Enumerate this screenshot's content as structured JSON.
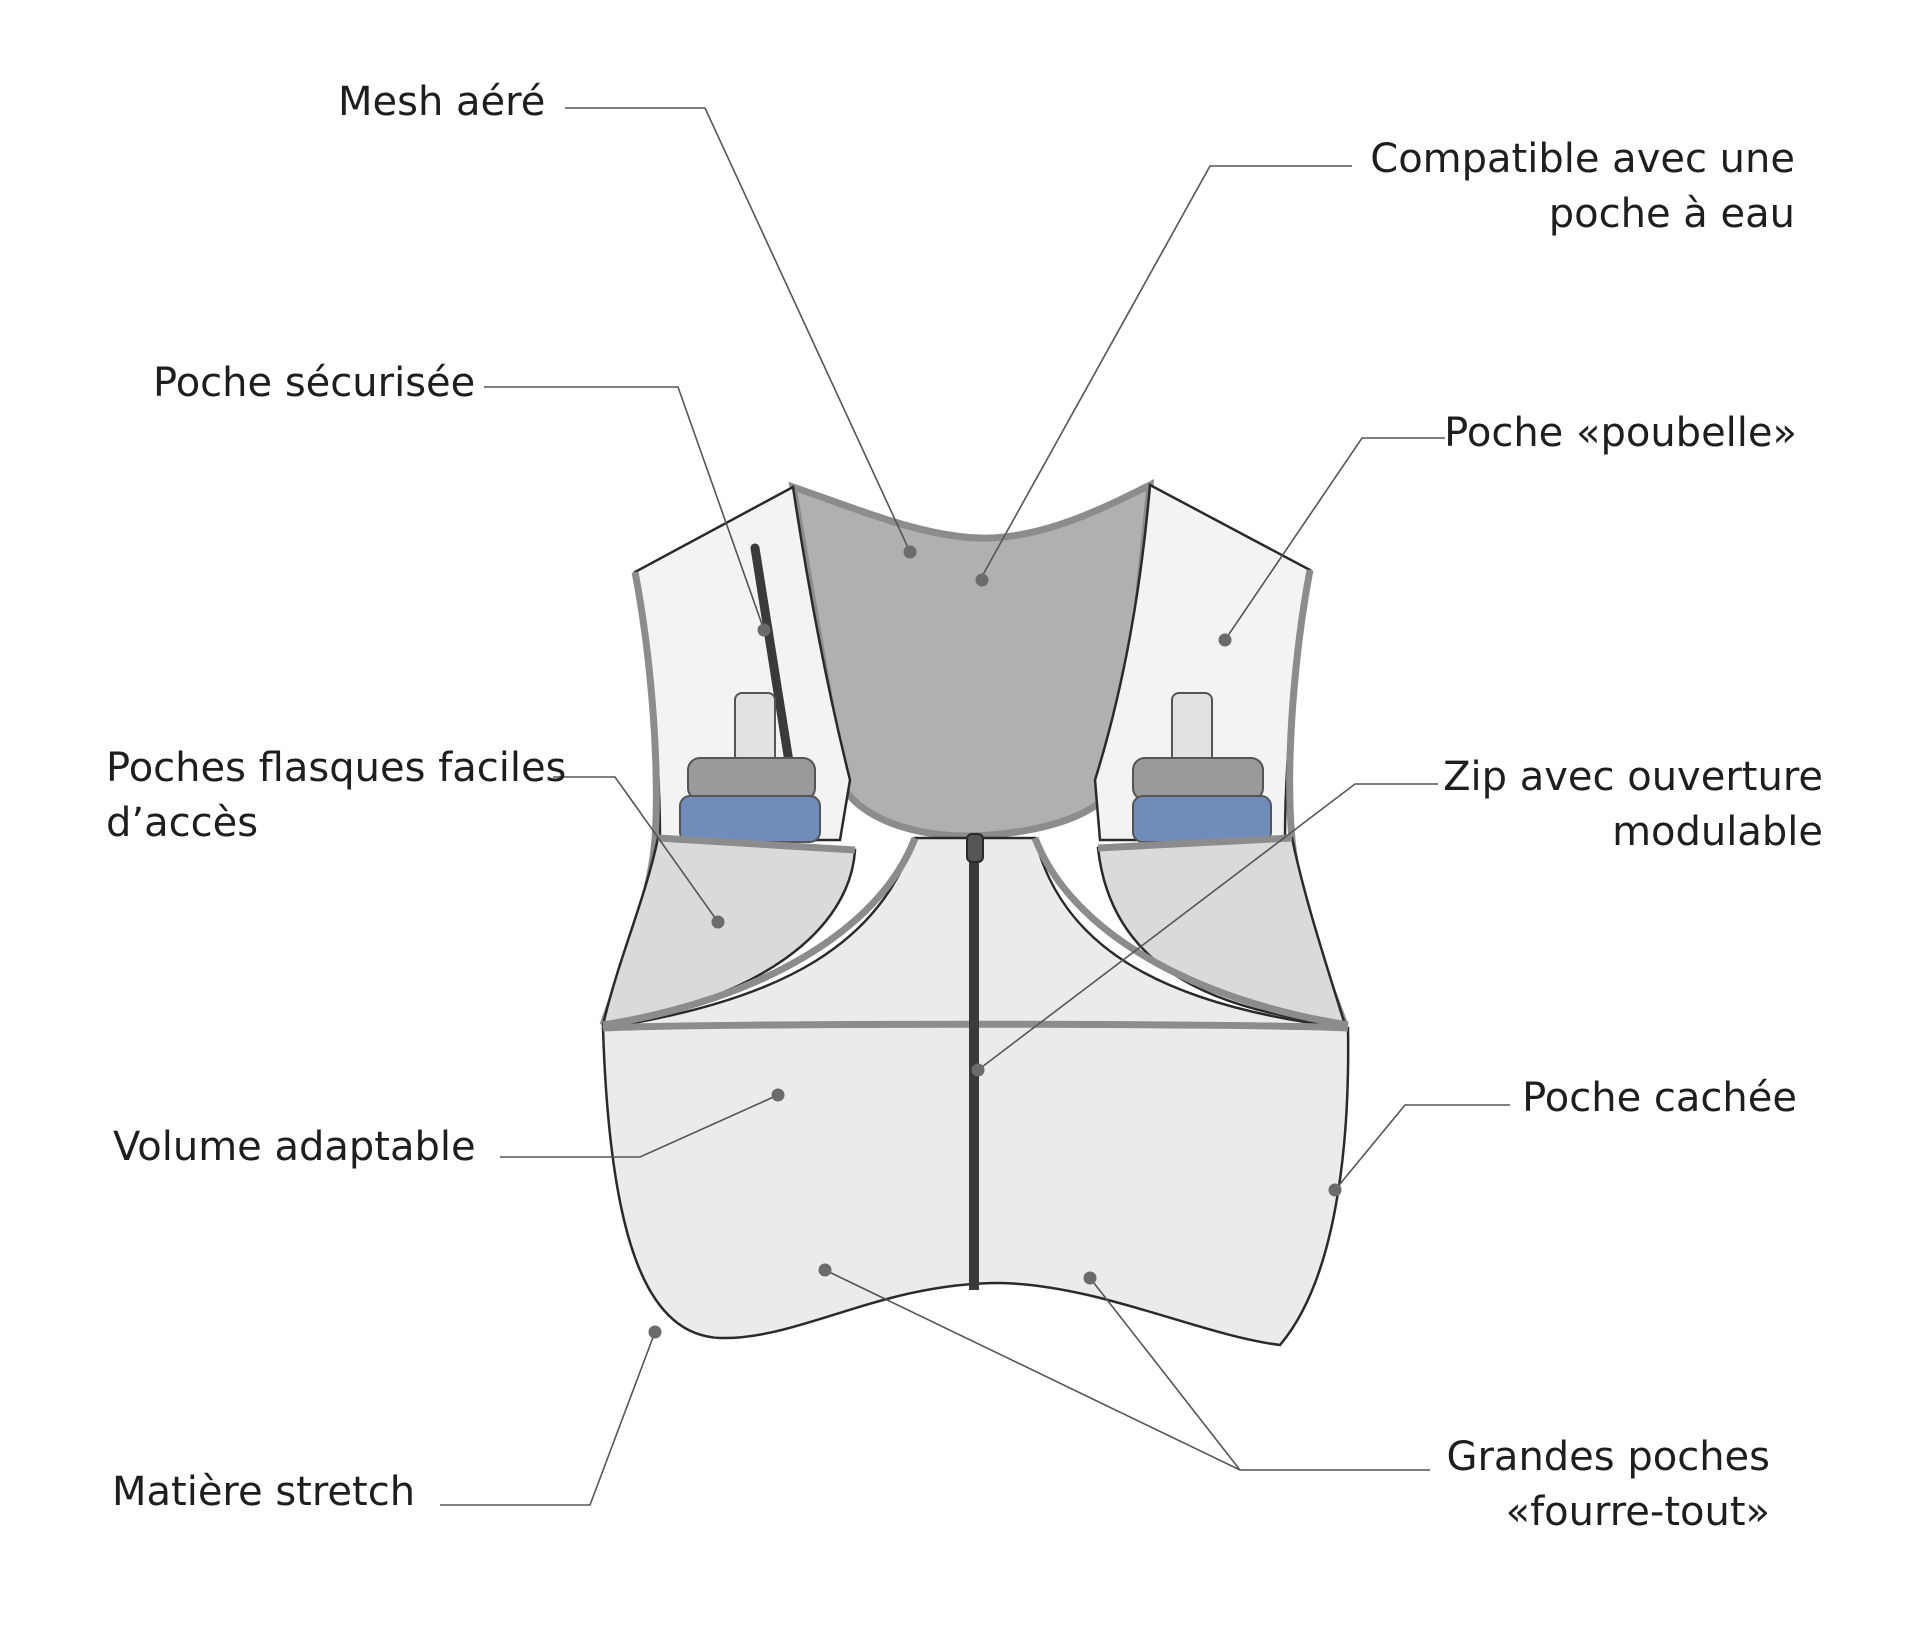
{
  "labels": {
    "mesh": "Mesh aéré",
    "poche_eau_1": "Compatible avec une",
    "poche_eau_2": "poche à eau",
    "poche_securisee": "Poche sécurisée",
    "poche_poubelle": "Poche «poubelle»",
    "flasques_1": "Poches flasques faciles",
    "flasques_2": "d’accès",
    "zip_1": "Zip avec ouverture",
    "zip_2": "modulable",
    "volume": "Volume adaptable",
    "poche_cachee": "Poche cachée",
    "matiere": "Matière stretch",
    "grandes_1": "Grandes poches",
    "grandes_2": "«fourre-tout»"
  },
  "colors": {
    "text": "#1e1e1e",
    "leader_line": "#555555",
    "marker_dot": "#6b6b6b",
    "vest_outline": "#2a2a2a",
    "vest_panel": "#f3f3f3",
    "vest_body": "#ebebeb",
    "mesh_back": "#b0b0b0",
    "trim": "#8c8c8c",
    "pocket": "#dadada",
    "flask_cap": "#e2e2e2",
    "flask_ring": "#9a9a9a",
    "flask_body": "#6f8cba",
    "zip": "#3a3a3a"
  }
}
